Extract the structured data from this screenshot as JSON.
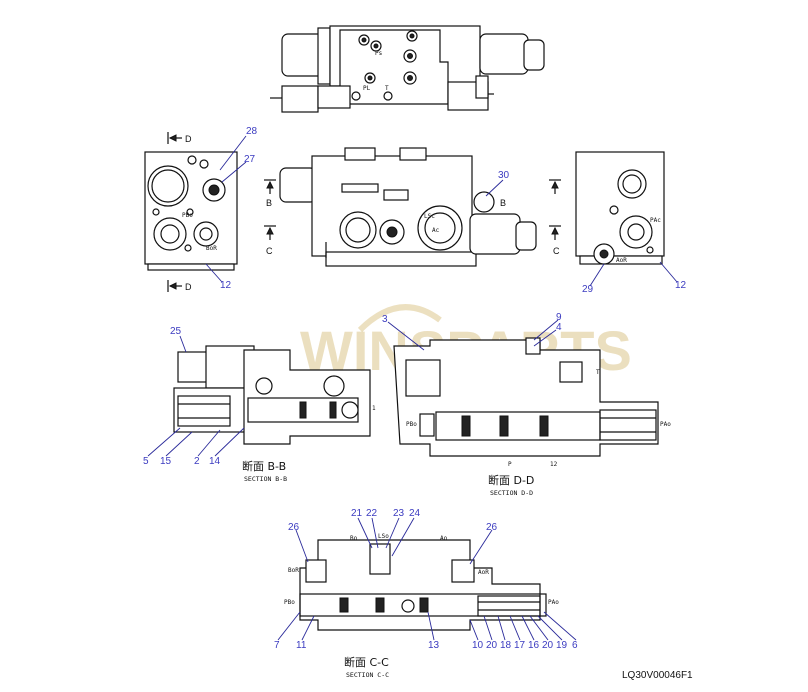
{
  "watermark": "WINSPARTS",
  "drawing_code": "LQ30V00046F1",
  "sections": {
    "bb": {
      "title": "断面 B-B",
      "subtitle": "SECTION B-B"
    },
    "dd": {
      "title": "断面 D-D",
      "subtitle": "SECTION D-D"
    },
    "cc": {
      "title": "断面 C-C",
      "subtitle": "SECTION C-C"
    }
  },
  "section_marks": {
    "d_top": "D",
    "d_bottom": "D",
    "b_left": "B",
    "b_right": "B",
    "c_left": "C",
    "c_right": "C"
  },
  "port_labels": {
    "ps": "Ps",
    "pl": "PL",
    "t": "T",
    "lsc": "LSc",
    "ac": "Ac",
    "pbo": "PBo",
    "bor": "BoR",
    "pac": "PAc",
    "aor": "AoR",
    "pbo2": "PBo",
    "pao": "PAo",
    "bo": "Bo",
    "ao": "Ao",
    "lso": "LSo",
    "t2": "T",
    "p": "P",
    "one": "1",
    "twelve": "12"
  },
  "callouts": [
    {
      "id": "28",
      "label": "28"
    },
    {
      "id": "27",
      "label": "27"
    },
    {
      "id": "12a",
      "label": "12"
    },
    {
      "id": "30",
      "label": "30"
    },
    {
      "id": "29",
      "label": "29"
    },
    {
      "id": "12b",
      "label": "12"
    },
    {
      "id": "25",
      "label": "25"
    },
    {
      "id": "5",
      "label": "5"
    },
    {
      "id": "15",
      "label": "15"
    },
    {
      "id": "2",
      "label": "2"
    },
    {
      "id": "14",
      "label": "14"
    },
    {
      "id": "3",
      "label": "3"
    },
    {
      "id": "9",
      "label": "9"
    },
    {
      "id": "4",
      "label": "4"
    },
    {
      "id": "26a",
      "label": "26"
    },
    {
      "id": "21",
      "label": "21"
    },
    {
      "id": "22",
      "label": "22"
    },
    {
      "id": "23",
      "label": "23"
    },
    {
      "id": "24",
      "label": "24"
    },
    {
      "id": "26b",
      "label": "26"
    },
    {
      "id": "7",
      "label": "7"
    },
    {
      "id": "11",
      "label": "11"
    },
    {
      "id": "13",
      "label": "13"
    },
    {
      "id": "10",
      "label": "10"
    },
    {
      "id": "20a",
      "label": "20"
    },
    {
      "id": "18",
      "label": "18"
    },
    {
      "id": "17",
      "label": "17"
    },
    {
      "id": "16",
      "label": "16"
    },
    {
      "id": "20b",
      "label": "20"
    },
    {
      "id": "19",
      "label": "19"
    },
    {
      "id": "6",
      "label": "6"
    }
  ]
}
